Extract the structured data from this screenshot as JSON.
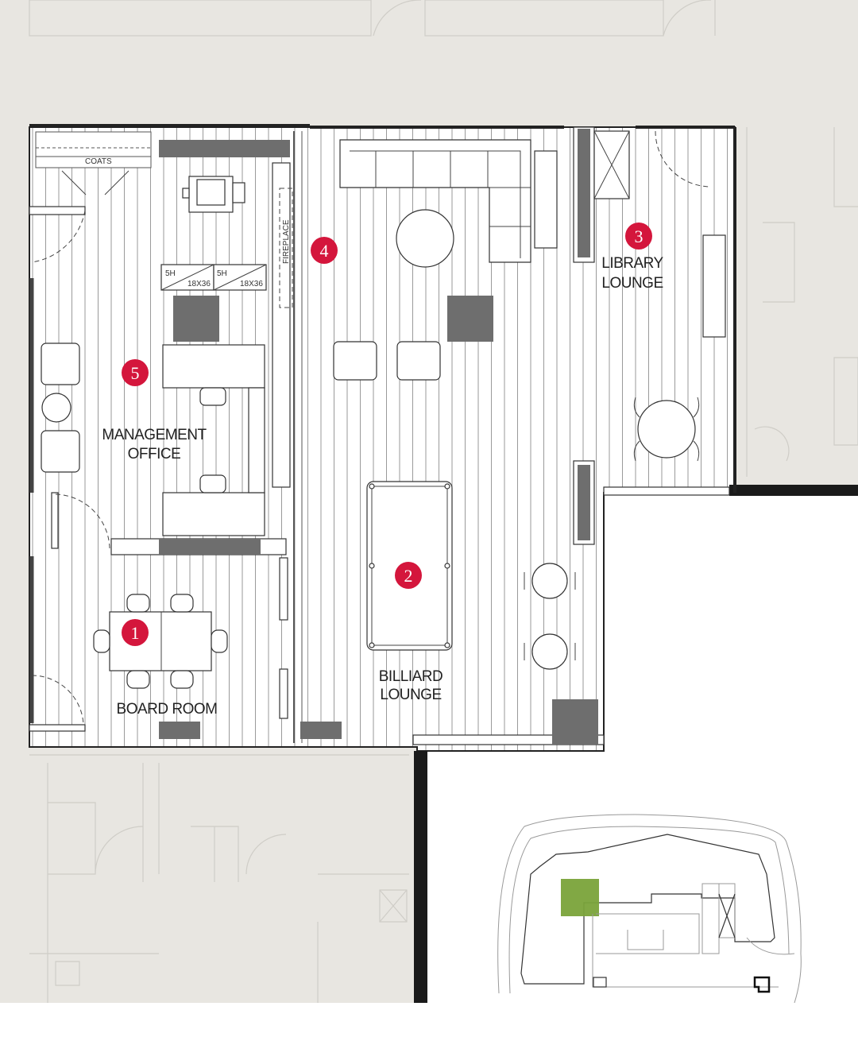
{
  "colors": {
    "background": "#e8e6e1",
    "marker": "#d4163c",
    "wall": "#6e6e6e",
    "highlight": "#7aa33a"
  },
  "rooms": [
    {
      "number": "1",
      "name_line1": "BOARD ROOM",
      "name_line2": ""
    },
    {
      "number": "2",
      "name_line1": "BILLIARD",
      "name_line2": "LOUNGE"
    },
    {
      "number": "3",
      "name_line1": "LIBRARY",
      "name_line2": "LOUNGE"
    },
    {
      "number": "4",
      "name_line1": "",
      "name_line2": ""
    },
    {
      "number": "5",
      "name_line1": "MANAGEMENT",
      "name_line2": "OFFICE"
    }
  ],
  "annotations": {
    "coats": "COATS",
    "fireplace": "FIREPLACE",
    "cabinet_1_height": "5H",
    "cabinet_1_size": "18X36",
    "cabinet_2_height": "5H",
    "cabinet_2_size": "18X36"
  },
  "key_plan": {
    "highlight_label": "amenity-location"
  }
}
